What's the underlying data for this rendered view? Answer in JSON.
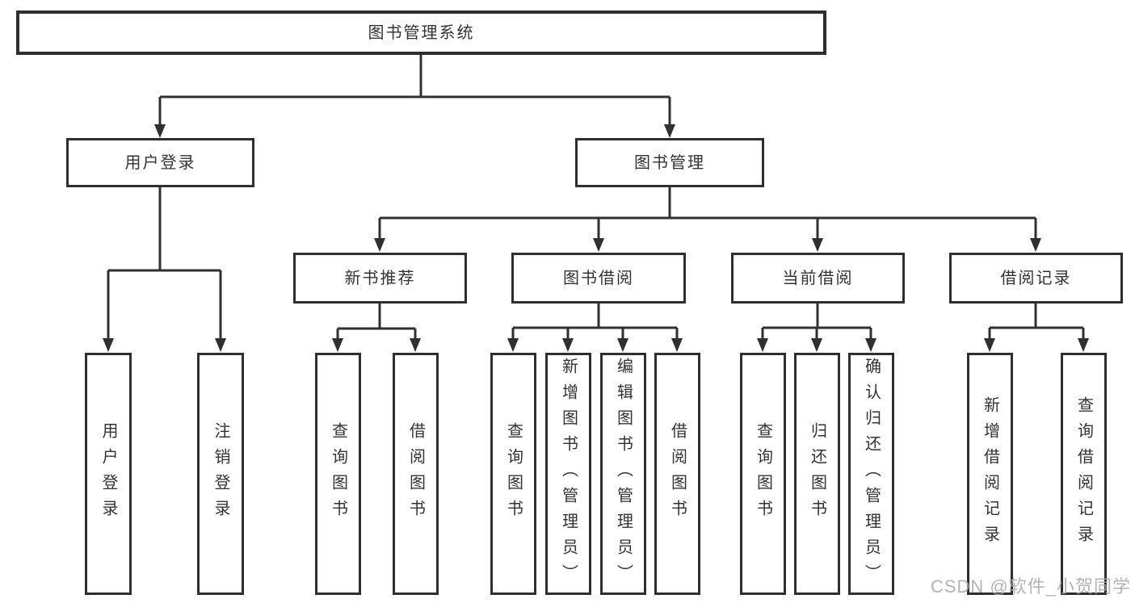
{
  "nodes": {
    "root": "图书管理系统",
    "user_login": "用户登录",
    "book_mgmt": "图书管理",
    "login": "用户登录",
    "logout": "注销登录",
    "new_rec": "新书推荐",
    "book_borrow": "图书借阅",
    "current_borrow": "当前借阅",
    "borrow_records": "借阅记录",
    "rec_query": "查询图书",
    "rec_borrow": "借阅图书",
    "bb_query": "查询图书",
    "bb_add": "新增图书（管理员）",
    "bb_edit": "编辑图书（管理员）",
    "bb_borrow": "借阅图书",
    "cb_query": "查询图书",
    "cb_return": "归还图书",
    "cb_confirm": "确认归还（管理员）",
    "br_add": "新增借阅记录",
    "br_query": "查询借阅记录"
  },
  "watermark": "CSDN @软件_小贺同学",
  "colors": {
    "line": "#303030",
    "border": "#2e2e2e",
    "text": "#333333",
    "background": "#ffffff",
    "watermark": "#a9aaac"
  }
}
